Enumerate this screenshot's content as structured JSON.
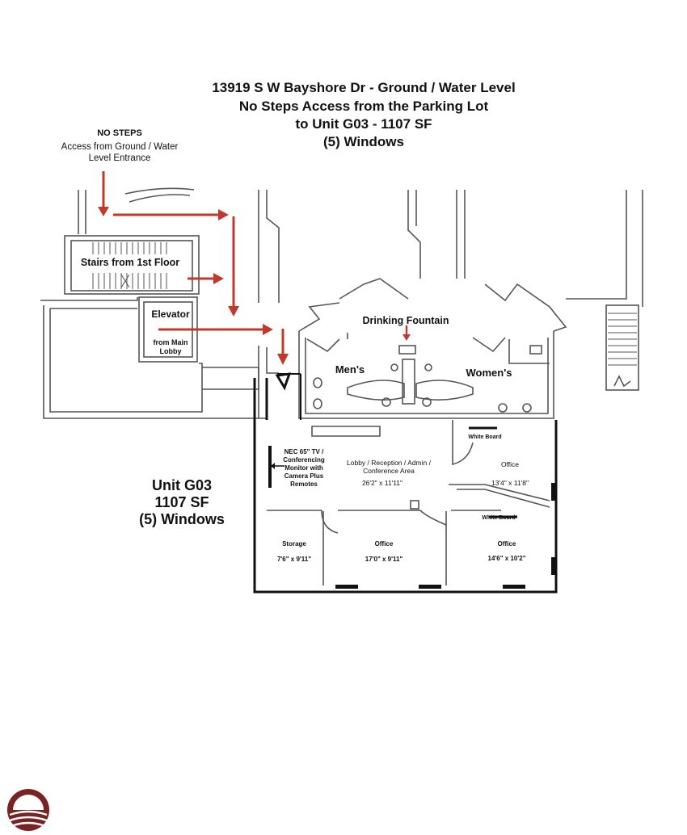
{
  "title": {
    "line1": "13919 S W Bayshore Dr - Ground / Water Level",
    "line2": "No Steps Access from the Parking Lot",
    "line3": "to Unit G03 - 1107 SF",
    "line4": "(5) Windows"
  },
  "access_note": {
    "line1": "NO STEPS",
    "line2": "Access from Ground / Water",
    "line3": "Level  Entrance"
  },
  "labels": {
    "stairs": "Stairs from 1st Floor",
    "elevator": "Elevator",
    "elevator_sub1": "from Main",
    "elevator_sub2": "Lobby",
    "fountain": "Drinking Fountain",
    "mens": "Men's",
    "womens": "Women's",
    "tv1": "NEC 65\" TV /",
    "tv2": "Conferencing",
    "tv3": "Monitor with",
    "tv4": "Camera Plus",
    "tv5": "Remotes",
    "lobby1": "Lobby / Reception / Admin /",
    "lobby2": "Conference Area",
    "lobby_dim": "26'2\" x 11'11\"",
    "whiteboard1": "White Board",
    "office1": "Office",
    "office1_dim": "13'4\" x 11'8\"",
    "whiteboard2": "White Board",
    "storage": "Storage",
    "storage_dim": "7'6\" x 9'11\"",
    "office2": "Office",
    "office2_dim": "17'0\" x 9'11\"",
    "office3": "Office",
    "office3_dim": "14'6\" x 10'2\""
  },
  "unit": {
    "line1": "Unit G03",
    "line2": "1107 SF",
    "line3": "(5) Windows"
  },
  "colors": {
    "arrow": "#c0392b",
    "logo": "#7a2222"
  },
  "icons": {
    "logo": "sun-over-water-logo"
  }
}
